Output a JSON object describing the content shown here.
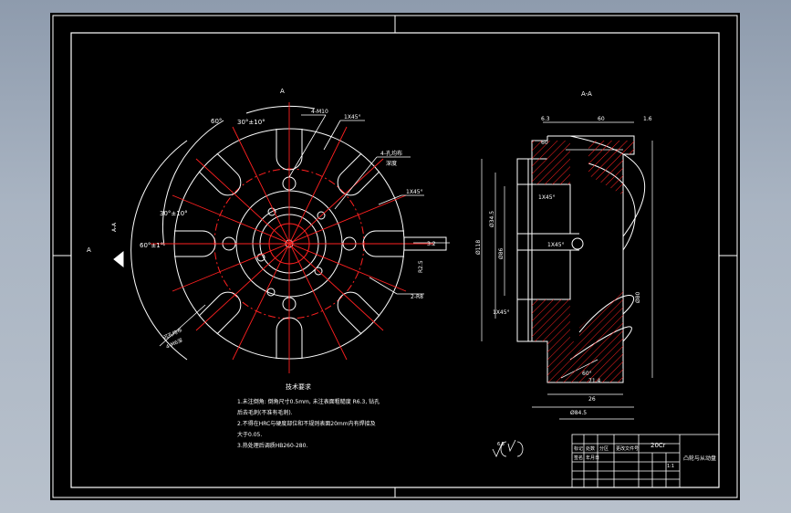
{
  "drawing": {
    "view_label": "A-A",
    "section_mark_left": "A",
    "section_mark_top": "A",
    "left_view": {
      "angles": [
        "60°",
        "30°±10°",
        "30°±10°",
        "60°±1°"
      ],
      "hole_note": "4-M10",
      "chamfer_notes": [
        "1X45°",
        "1X45°"
      ],
      "side_note": "4-孔均布\n深度",
      "radial_note": "R2.5",
      "radial_note_2": "2-R8",
      "surface_value": "3.2",
      "bottom_note": "沉孔均布\n4-M6深"
    },
    "right_view": {
      "top_dim": "60",
      "roughness_a": "6.3",
      "roughness_b": "1.6",
      "dims_left": [
        "Ø34.5",
        "Ø86",
        "Ø118"
      ],
      "chamfer": "1X45°",
      "dims_inner": [
        "1X45°",
        "1X45°"
      ],
      "dims_bottom": [
        "60°",
        "71.4",
        "26"
      ],
      "dim_base": "Ø80",
      "dim_bottom_total": "Ø84.5"
    },
    "notes_title": "技术要求",
    "notes": [
      "1.未注倒角: 倒角尺寸0.5mm, 未注表面粗糙度 R6.3, 钻孔",
      "后去毛刺(不准有毛刺).",
      "2.不得在HRC与硬度部位和不规则表面20mm内有焊接及",
      "大于0.05.",
      "3.热处理后调质HB260-280."
    ],
    "roughness_symbol": "6.3",
    "title_block": {
      "material": "20Cr",
      "part_name": "凸轮与从动盘",
      "scale": "1:1",
      "rows": [
        "标记",
        "处数",
        "分区",
        "更改文件号",
        "签名",
        "年月日"
      ]
    }
  },
  "colors": {
    "background": "#000000",
    "line": "#ffffff",
    "center_line": "#ff2020",
    "frame": "#ffffff",
    "hatch": "#ff2020"
  }
}
